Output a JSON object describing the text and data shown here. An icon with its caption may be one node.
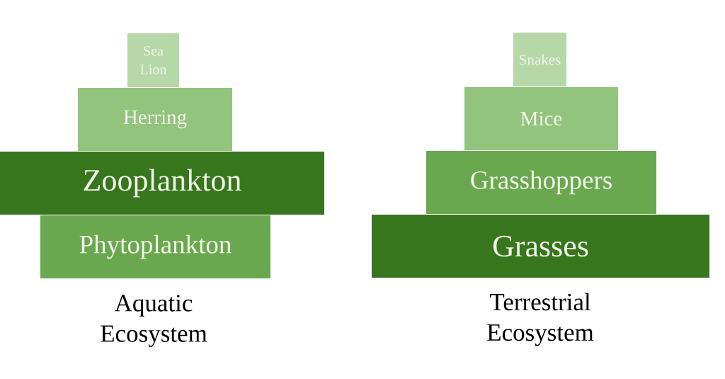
{
  "diagram": {
    "nodes": [
      {
        "text": [
          "Sea Lion"
        ]
      },
      {
        "text": [
          "Herring"
        ]
      },
      {
        "text": [
          "Zooplankton"
        ]
      },
      {
        "text": [
          "Phytoplankton"
        ]
      },
      {
        "text": [
          "Snakes"
        ]
      },
      {
        "text": [
          "Mice"
        ]
      },
      {
        "text": [
          "Grasshoppers"
        ]
      },
      {
        "text": [
          "Grasses"
        ]
      }
    ],
    "labels": [
      "Aquatic Ecosystem",
      "Terrestrial Ecosystem"
    ]
  }
}
